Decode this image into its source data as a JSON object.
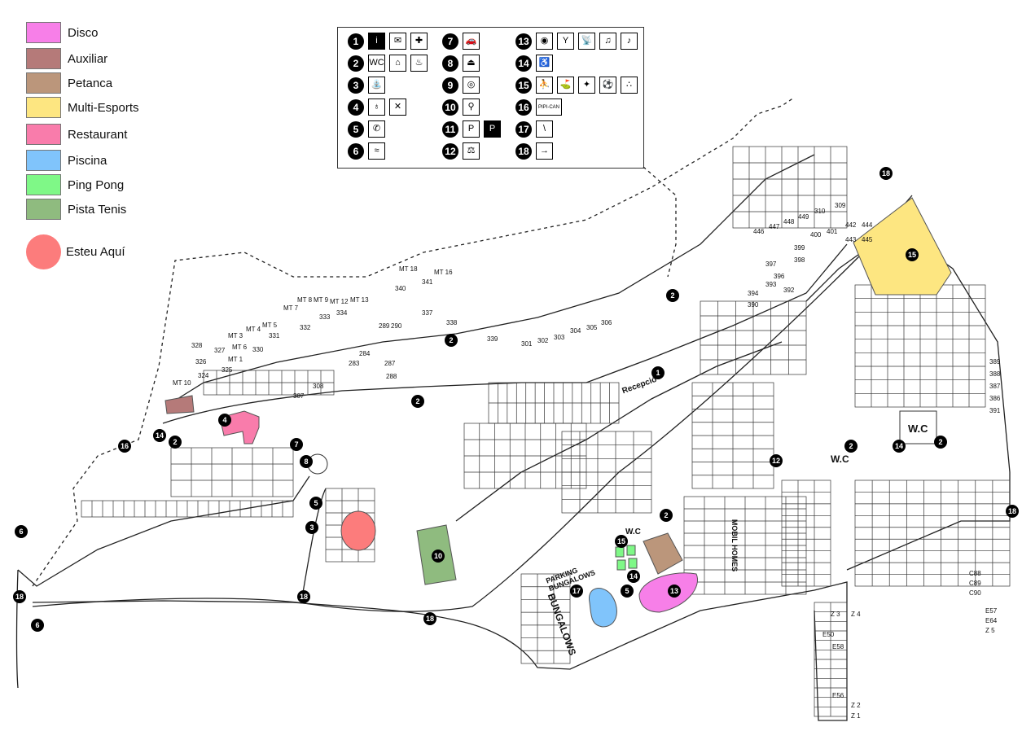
{
  "legend": [
    {
      "label": "Disco",
      "color": "#f77fe8"
    },
    {
      "label": "Auxiliar",
      "color": "#b57a79"
    },
    {
      "label": "Petanca",
      "color": "#bb967b"
    },
    {
      "label": "Multi-Esports",
      "color": "#fde681"
    },
    {
      "label": "Restaurant",
      "color": "#f97cab"
    },
    {
      "label": "Piscina",
      "color": "#80c4fb"
    },
    {
      "label": "Ping Pong",
      "color": "#7ff887"
    },
    {
      "label": "Pista Tenis",
      "color": "#8fbb7f"
    },
    {
      "label": "Esteu Aquí",
      "color": "#fc7c7c"
    }
  ],
  "key": [
    {
      "n": "1",
      "icons": [
        "info-icon",
        "mail-icon",
        "first-aid-icon"
      ],
      "glyphs": [
        "i",
        "✉",
        "✚"
      ]
    },
    {
      "n": "2",
      "icons": [
        "wc-icon",
        "shower-icon",
        "sink-icon"
      ],
      "glyphs": [
        "WC",
        "⌂",
        "♨"
      ]
    },
    {
      "n": "3",
      "icons": [
        "water-tap-icon"
      ],
      "glyphs": [
        "⛲"
      ]
    },
    {
      "n": "4",
      "icons": [
        "bar-icon",
        "restaurant-icon"
      ],
      "glyphs": [
        "♁",
        "✕"
      ]
    },
    {
      "n": "5",
      "icons": [
        "telephone-icon"
      ],
      "glyphs": [
        "✆"
      ]
    },
    {
      "n": "6",
      "icons": [
        "swimming-icon"
      ],
      "glyphs": [
        "≈"
      ]
    },
    {
      "n": "7",
      "icons": [
        "car-wash-icon"
      ],
      "glyphs": [
        "🚗"
      ]
    },
    {
      "n": "8",
      "icons": [
        "iron-icon"
      ],
      "glyphs": [
        "⏏"
      ]
    },
    {
      "n": "9",
      "icons": [
        "washing-machine-icon"
      ],
      "glyphs": [
        "◎"
      ]
    },
    {
      "n": "10",
      "icons": [
        "tennis-icon"
      ],
      "glyphs": [
        "⚲"
      ]
    },
    {
      "n": "11",
      "icons": [
        "parking-icon",
        "parking-covered-icon"
      ],
      "glyphs": [
        "P",
        "P"
      ]
    },
    {
      "n": "12",
      "icons": [
        "playground-icon"
      ],
      "glyphs": [
        "⚖"
      ]
    },
    {
      "n": "13",
      "icons": [
        "disco-icon",
        "cocktail-icon",
        "tv-icon",
        "music-icon",
        "dance-icon"
      ],
      "glyphs": [
        "◉",
        "Y",
        "📡",
        "♫",
        "♪"
      ]
    },
    {
      "n": "14",
      "icons": [
        "wheelchair-icon"
      ],
      "glyphs": [
        "♿"
      ]
    },
    {
      "n": "15",
      "icons": [
        "volleyball-icon",
        "minigolf-icon",
        "basketball-icon",
        "football-icon",
        "petanque-icon"
      ],
      "glyphs": [
        "⛹",
        "⛳",
        "✦",
        "⚽",
        "∴"
      ]
    },
    {
      "n": "16",
      "icons": [
        "pipi-can-icon"
      ],
      "glyphs": [
        "PIPI-CAN"
      ]
    },
    {
      "n": "17",
      "icons": [
        "beach-icon"
      ],
      "glyphs": [
        "\\"
      ]
    },
    {
      "n": "18",
      "icons": [
        "exit-arrow-icon"
      ],
      "glyphs": [
        "→"
      ]
    }
  ],
  "map": {
    "labels": {
      "reception": "Recepció",
      "wc1": "W.C",
      "wc2": "W.C",
      "wc3": "W.C",
      "parking": "PARKING BUNGALOWS",
      "bungalows": "BUNGALOWS",
      "mobil": "MOBIL HOMES"
    },
    "markers": [
      "1",
      "2",
      "2",
      "2",
      "2",
      "2",
      "2",
      "4",
      "14",
      "14",
      "16",
      "18",
      "18",
      "18",
      "18",
      "18",
      "6",
      "6",
      "3",
      "5",
      "7",
      "8",
      "10",
      "12",
      "15",
      "15",
      "17",
      "5",
      "13",
      "14",
      "2"
    ],
    "plots": [
      "MT 18",
      "MT 16",
      "MT 8",
      "MT 9",
      "MT 12",
      "MT 13",
      "MT 7",
      "MT 5",
      "MT 4",
      "MT 3",
      "MT 6",
      "MT 1",
      "MT 10",
      "326",
      "328",
      "324",
      "327",
      "325",
      "330",
      "331",
      "332",
      "333",
      "334",
      "340",
      "341",
      "337",
      "338",
      "339",
      "289",
      "290",
      "284",
      "283",
      "287",
      "288",
      "301",
      "302",
      "303",
      "304",
      "305",
      "306",
      "307",
      "308",
      "309",
      "310",
      "449",
      "448",
      "447",
      "446",
      "445",
      "444",
      "443",
      "442",
      "401",
      "400",
      "399",
      "398",
      "397",
      "396",
      "392",
      "393",
      "394",
      "390",
      "391",
      "386",
      "387",
      "388",
      "389",
      "Z 1",
      "Z 2",
      "Z 3",
      "Z 4",
      "Z 5",
      "E64",
      "E57",
      "E56",
      "E50",
      "E58",
      "C88",
      "C89",
      "C90"
    ]
  }
}
